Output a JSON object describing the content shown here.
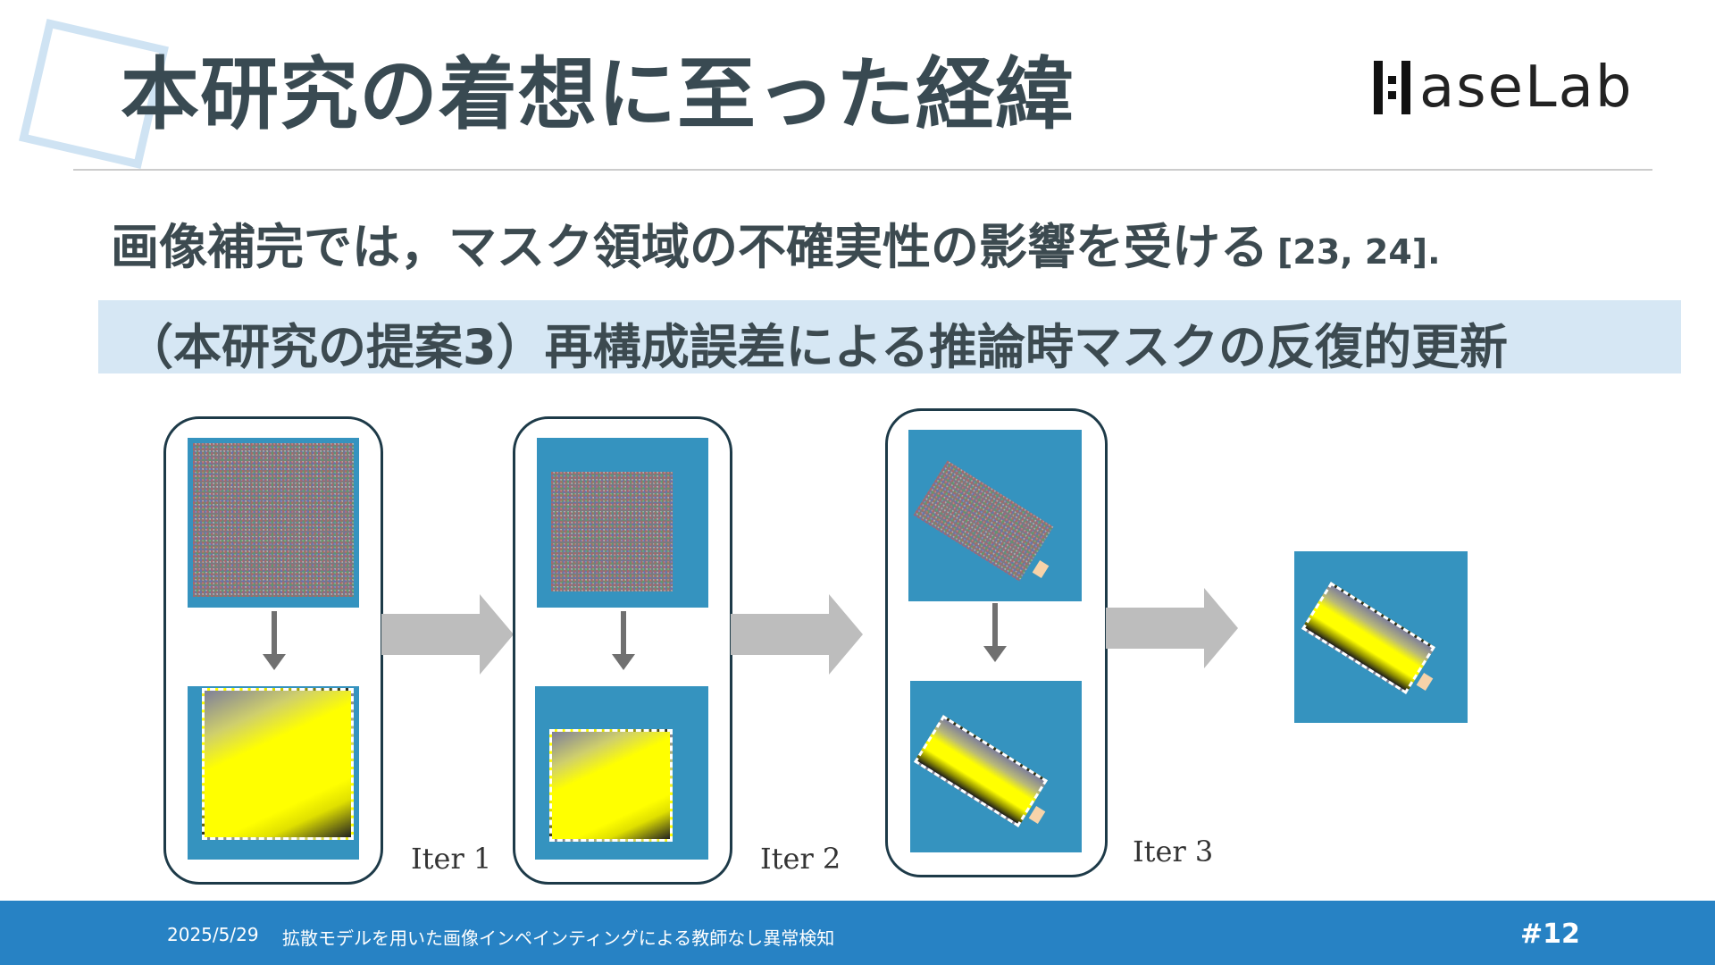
{
  "title": "本研究の着想に至った経緯",
  "logo": {
    "text": "aseLab"
  },
  "subtitle": {
    "text": "画像補完では，マスク領域の不確実性の影響を受ける",
    "ref": "[23, 24]."
  },
  "banner": {
    "text": "（本研究の提案3）再構成誤差による推論時マスクの反復的更新"
  },
  "iterations": [
    {
      "label": "Iter 1"
    },
    {
      "label": "Iter 2"
    },
    {
      "label": "Iter 3"
    }
  ],
  "colors": {
    "tile_blue": "#3593bf",
    "footer_blue": "#2782c4",
    "banner_blue": "#d6e7f4",
    "mask_yellow": "#ffff00"
  },
  "footer": {
    "date": "2025/5/29",
    "title": "拡散モデルを用いた画像インペインティングによる教師なし異常検知",
    "page": "#12"
  }
}
